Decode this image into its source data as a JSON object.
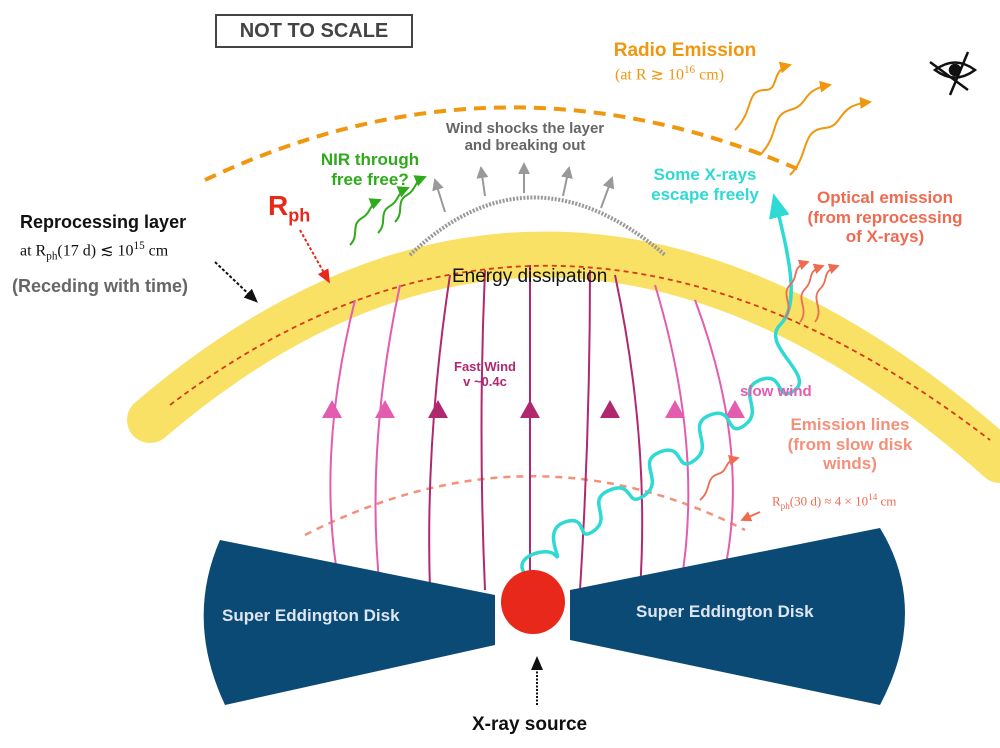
{
  "badge": "NOT TO SCALE",
  "radio": {
    "title": "Radio Emission",
    "condition_pre": "(at R ≳ 10",
    "condition_exp": "16",
    "condition_post": " cm)"
  },
  "nir": {
    "line1": "NIR through",
    "line2": "free free?"
  },
  "shocks": {
    "line1": "Wind shocks the layer",
    "line2": "and breaking out"
  },
  "xray_escape": {
    "line1": "Some X-rays",
    "line2": "escape freely"
  },
  "optical": {
    "line1": "Optical emission",
    "line2": "(from reprocessing",
    "line3": "of X-rays)"
  },
  "reprocessing": {
    "title": "Reprocessing layer",
    "radius_pre": "at R",
    "radius_sub": "ph",
    "radius_mid": "(17 d) ≲ 10",
    "radius_exp": "15",
    "radius_post": " cm",
    "note": "(Receding with time)"
  },
  "rph": {
    "main": "R",
    "sub": "ph"
  },
  "energy": "Energy dissipation",
  "fast_wind": {
    "line1": "Fast Wind",
    "line2": "v ~0.4c"
  },
  "slow_wind": "slow wind",
  "emission_lines": {
    "line1": "Emission lines",
    "line2": "(from slow disk",
    "line3": "winds)"
  },
  "rph30": {
    "pre": "R",
    "sub": "ph",
    "mid": "(30 d) ≈ 4 × 10",
    "exp": "14",
    "post": " cm"
  },
  "disk_left": "Super Eddington Disk",
  "disk_right": "Super Eddington Disk",
  "xray_source": "X-ray source",
  "colors": {
    "orange": "#f0960f",
    "green": "#2eaa1a",
    "cyan": "#2fd9d4",
    "salmon": "#f06a50",
    "red": "#e8281a",
    "magenta": "#b0286e",
    "pink": "#e45cb0",
    "disk": "#0c4a76",
    "yellow": "#f8dc4a",
    "gray": "#888888"
  }
}
